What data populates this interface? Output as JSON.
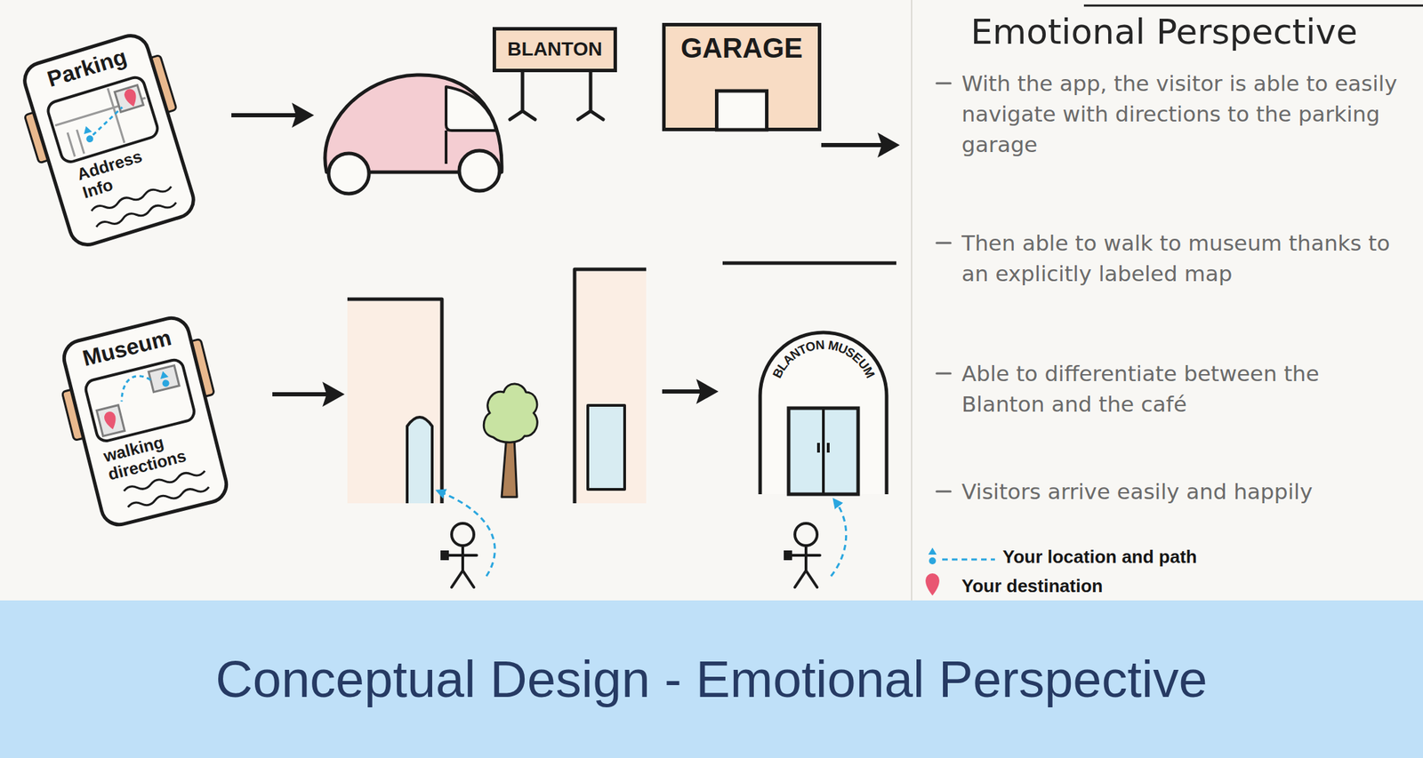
{
  "diagram": {
    "title": "Emotional Perspective",
    "caption": "Conceptual Design - Emotional Perspective",
    "nodes": [
      {
        "text": [
          "Parking",
          "Address Info"
        ]
      },
      {
        "text": [
          "BLANTON"
        ]
      },
      {
        "text": [
          "GARAGE"
        ]
      },
      {
        "text": [
          "Museum",
          "walking directions"
        ]
      },
      {
        "text": [
          "BLANTON MUSEUM"
        ]
      }
    ],
    "labels": [
      "With the app, the visitor is able to easily navigate with directions to the parking garage",
      "Then able to walk to museum thanks to an explicitly labeled map",
      "Able to differentiate between the Blanton and the café",
      "Visitors arrive easily and happily"
    ],
    "legend": [
      {
        "text": "Your location and path"
      },
      {
        "text": "Your destination"
      }
    ]
  }
}
